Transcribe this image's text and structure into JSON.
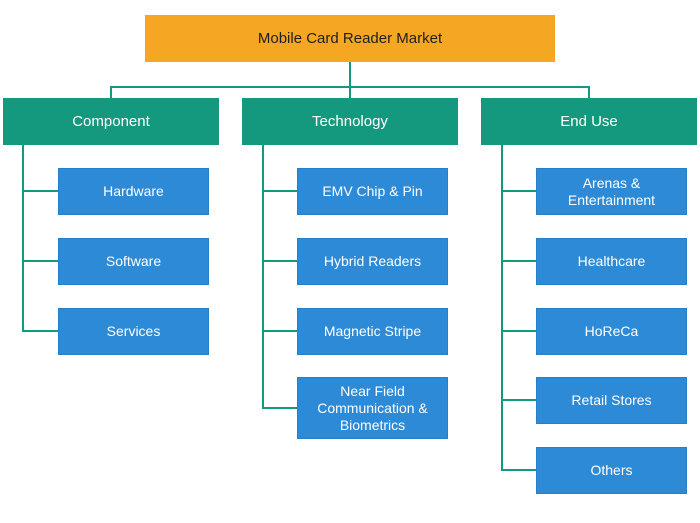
{
  "diagram": {
    "title": "Mobile Card Reader Market",
    "colors": {
      "root": "#f5a623",
      "category": "#14997f",
      "leaf": "#2d8ad6",
      "connector": "#14997f"
    },
    "categories": [
      {
        "label": "Component",
        "items": [
          "Hardware",
          "Software",
          "Services"
        ]
      },
      {
        "label": "Technology",
        "items": [
          "EMV Chip & Pin",
          "Hybrid Readers",
          "Magnetic Stripe",
          "Near Field\nCommunication &\nBiometrics"
        ]
      },
      {
        "label": "End Use",
        "items": [
          "Arenas &\nEntertainment",
          "Healthcare",
          "HoReCa",
          "Retail Stores",
          "Others"
        ]
      }
    ]
  }
}
